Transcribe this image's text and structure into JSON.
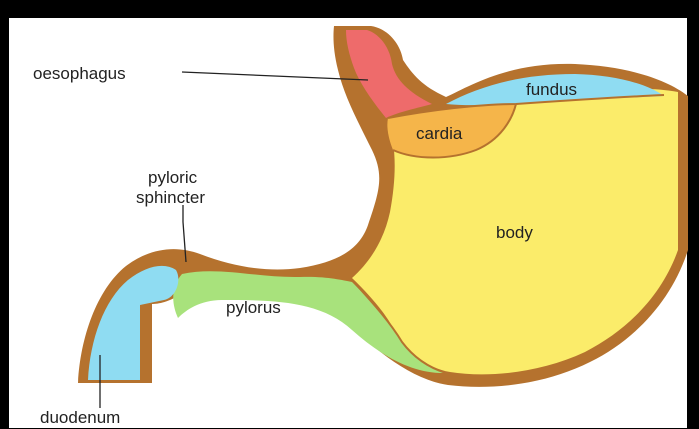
{
  "labels": {
    "oesophagus": "oesophagus",
    "fundus": "fundus",
    "cardia": "cardia",
    "pyloric_line1": "pyloric",
    "pyloric_line2": "sphincter",
    "body": "body",
    "pylorus": "pylorus",
    "duodenum": "duodenum"
  },
  "colors": {
    "frame": "#000000",
    "background": "#ffffff",
    "wall": "#b5722e",
    "oesophagus": "#ee6b6b",
    "fundus": "#8fdcf2",
    "cardia": "#f5b54a",
    "body": "#fbec6a",
    "pylorus": "#a8e27c",
    "duodenum": "#8fdcf2"
  }
}
